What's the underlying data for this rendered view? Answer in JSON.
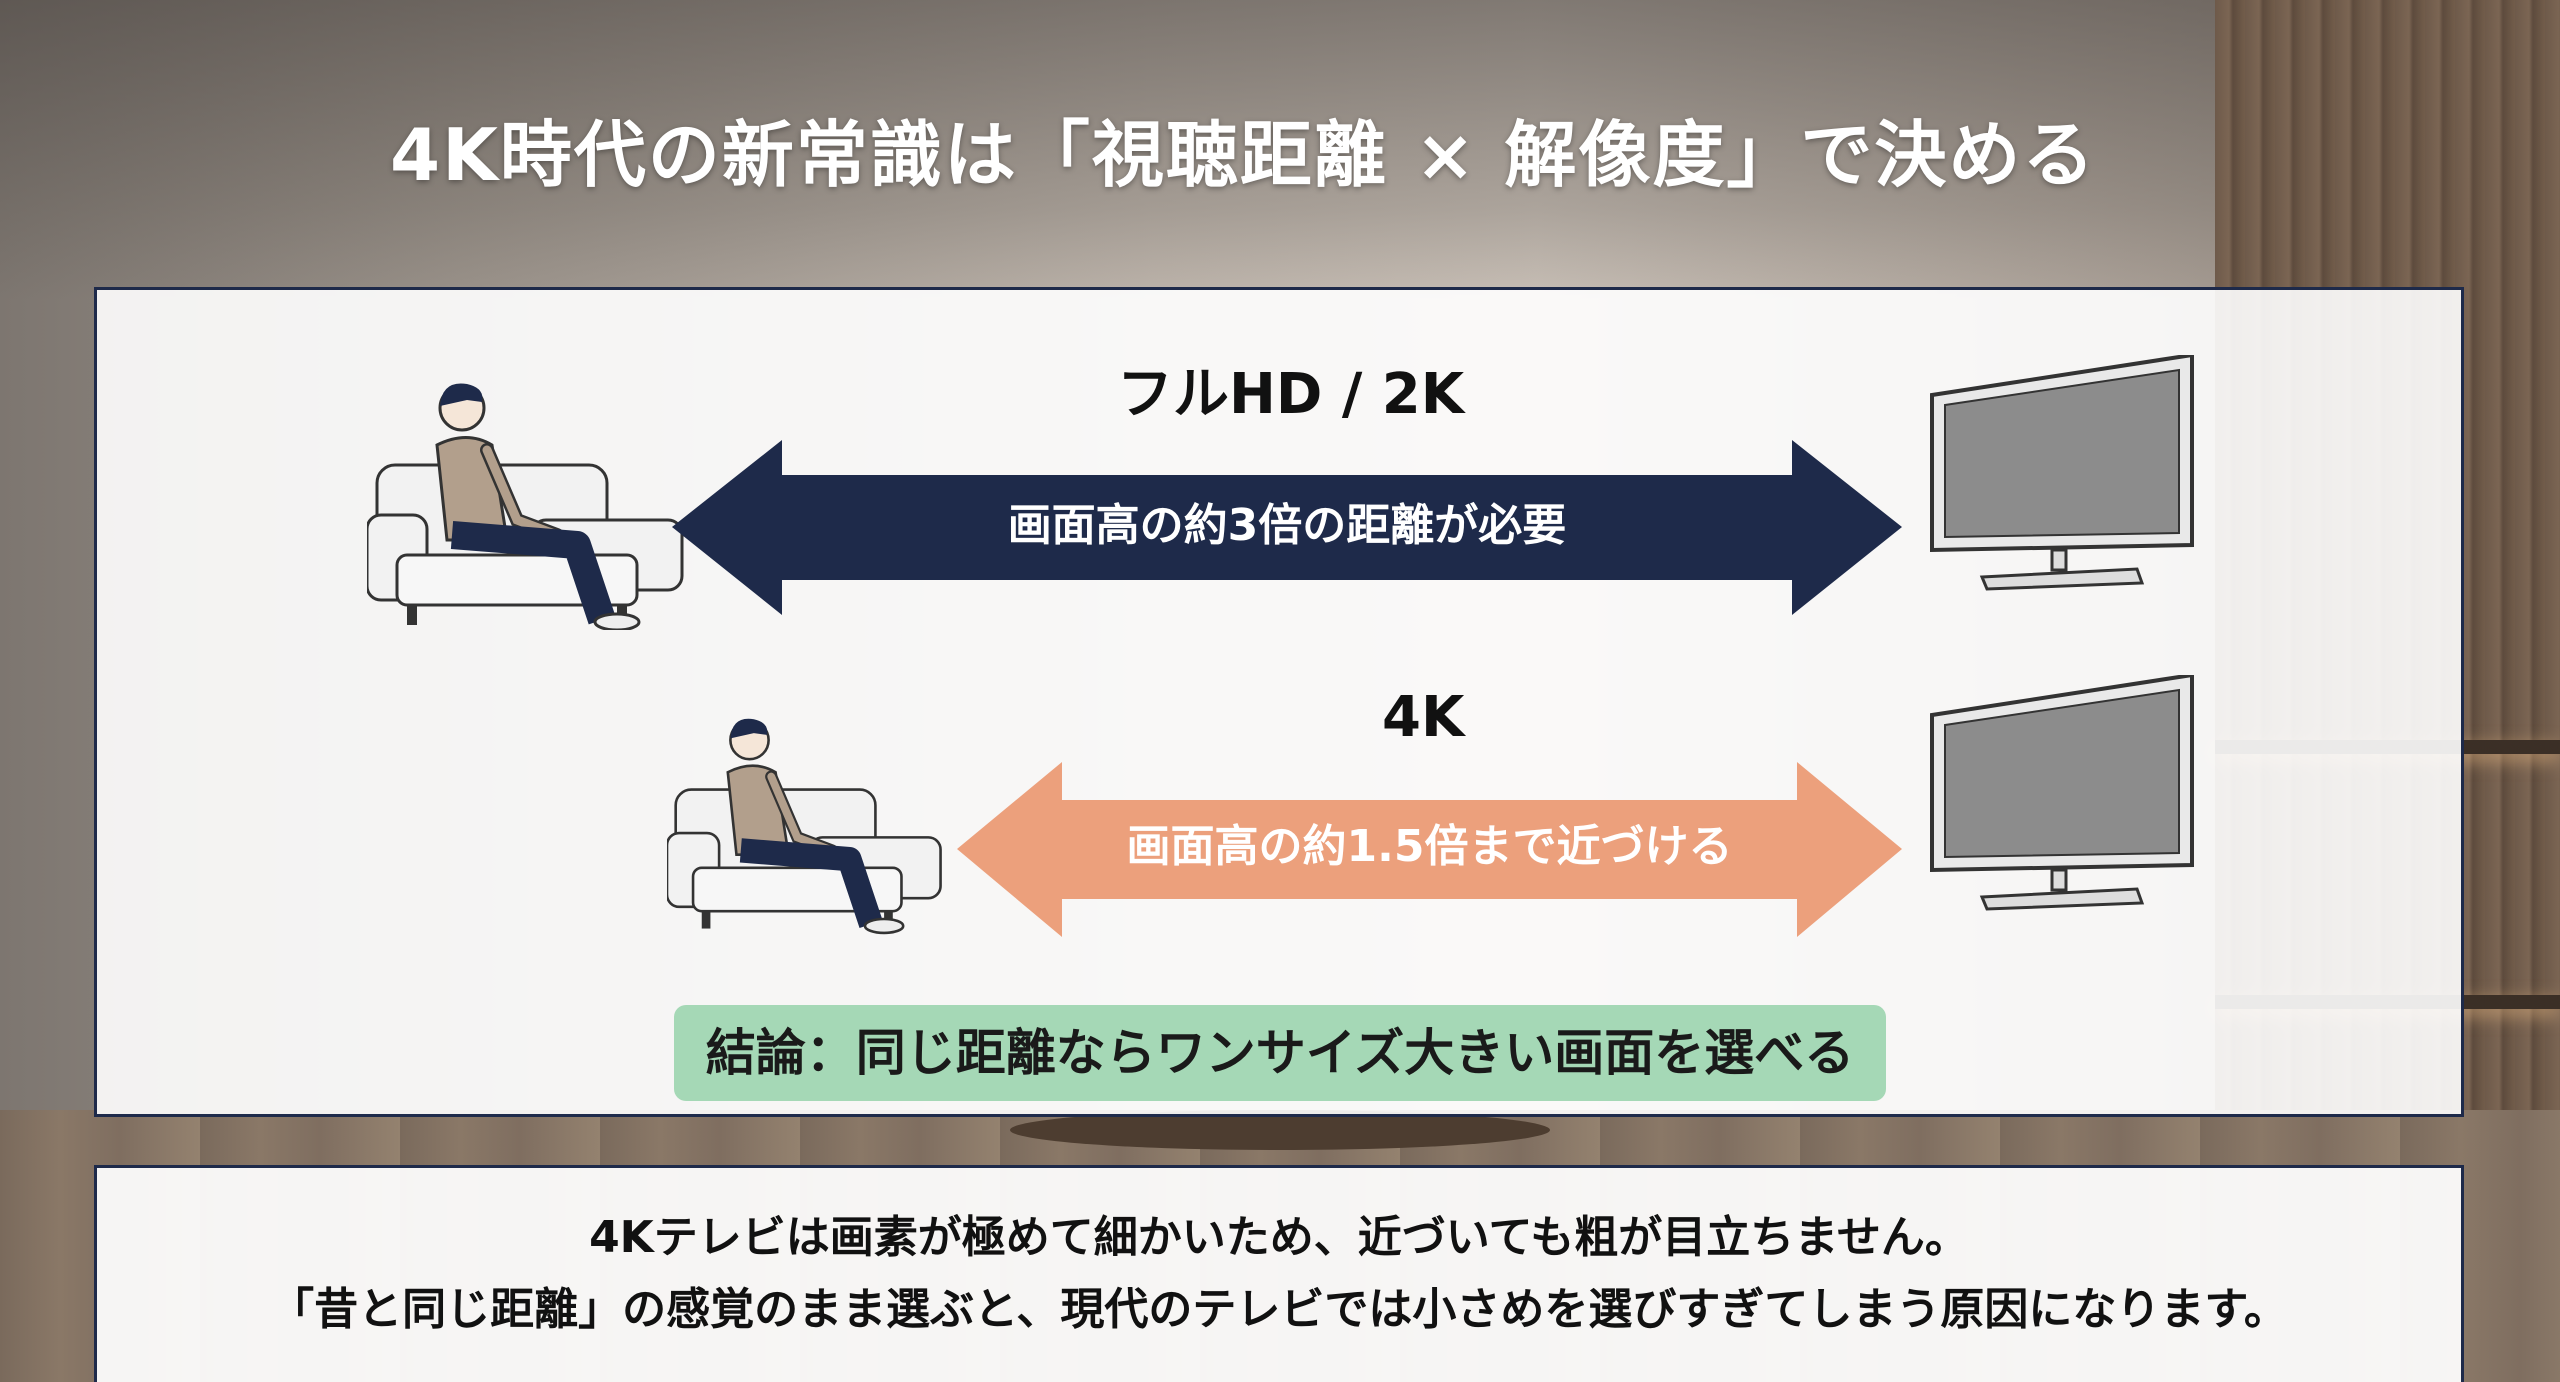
{
  "title": "4K時代の新常識は「視聴距離 × 解像度」で決める",
  "rows": [
    {
      "label": "フルHD / 2K",
      "arrow_text": "画面高の約3倍の距離が必要",
      "arrow_color": "#1e2a4a"
    },
    {
      "label": "4K",
      "arrow_text": "画面高の約1.5倍まで近づける",
      "arrow_color": "#eca07c"
    }
  ],
  "conclusion": "結論：同じ距離ならワンサイズ大きい画面を選べる",
  "caption": {
    "line1": "4Kテレビは画素が極めて細かいため、近づいても粗が目立ちません。",
    "line2": "「昔と同じ距離」の感覚のまま選ぶと、現代のテレビでは小さめを選びすぎてしまう原因になります。"
  },
  "icons": [
    "person-on-sofa-icon",
    "tv-icon",
    "double-arrow-icon"
  ],
  "colors": {
    "navy": "#1e2a4a",
    "salmon": "#eca07c",
    "conclusion_green": "#a5d8b6"
  }
}
